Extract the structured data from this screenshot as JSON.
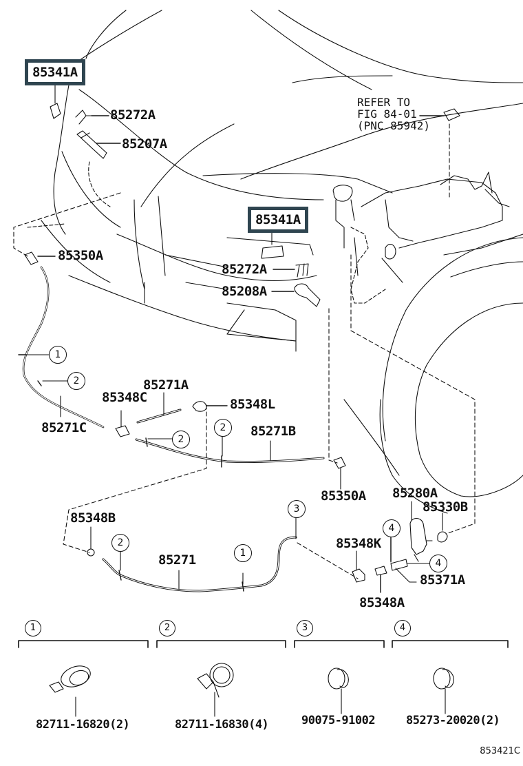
{
  "diagram": {
    "figure_id": "853421C",
    "highlighted_parts": [
      {
        "id": "hl-left",
        "part": "85341A"
      },
      {
        "id": "hl-center",
        "part": "85341A"
      }
    ],
    "part_labels": {
      "p85272A_top": "85272A",
      "p85207A": "85207A",
      "p85350A_left": "85350A",
      "p85272A_mid": "85272A",
      "p85208A": "85208A",
      "p85271A": "85271A",
      "p85348C": "85348C",
      "p85348L": "85348L",
      "p85271C": "85271C",
      "p85271B": "85271B",
      "p85350A_right": "85350A",
      "p85280A": "85280A",
      "p85330B": "85330B",
      "p85348B": "85348B",
      "p85271": "85271",
      "p85348K": "85348K",
      "p85371A": "85371A",
      "p85348A": "85348A"
    },
    "reference_note": [
      "REFER TO",
      "FIG 84-01",
      "(PNC 85942)"
    ],
    "callouts": {
      "c1a": "1",
      "c2a": "2",
      "c2b": "2",
      "c2c": "2",
      "c2d": "2",
      "c1b": "1",
      "c3a": "3",
      "c4a": "4",
      "c4b": "4"
    },
    "legend": [
      {
        "num": "1",
        "part": "82711-16820(2)"
      },
      {
        "num": "2",
        "part": "82711-16830(4)"
      },
      {
        "num": "3",
        "part": "90075-91002"
      },
      {
        "num": "4",
        "part": "85273-20020(2)"
      }
    ]
  }
}
